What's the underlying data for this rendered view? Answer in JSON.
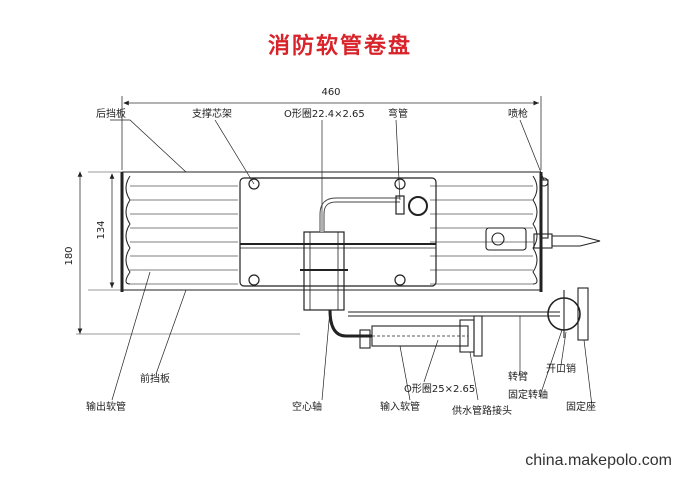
{
  "title": "消防软管卷盘",
  "dimensions": {
    "overall_width": "460",
    "inner_height": "134",
    "overall_height": "180"
  },
  "labels": {
    "rear_plate": "后挡板",
    "support_core": "支撑芯架",
    "oring_top": "O形圈22.4×2.65",
    "elbow": "弯管",
    "nozzle": "喷枪",
    "front_plate": "前挡板",
    "output_hose": "输出软管",
    "hollow_shaft": "空心轴",
    "oring_bottom": "O形圈25×2.65",
    "input_hose": "输入软管",
    "supply_joint": "供水管路接头",
    "swivel_arm": "转臂",
    "split_pin": "开口销",
    "fixed_pivot": "固定转轴",
    "fixed_base": "固定座"
  },
  "watermark": "china.makepolo.com"
}
